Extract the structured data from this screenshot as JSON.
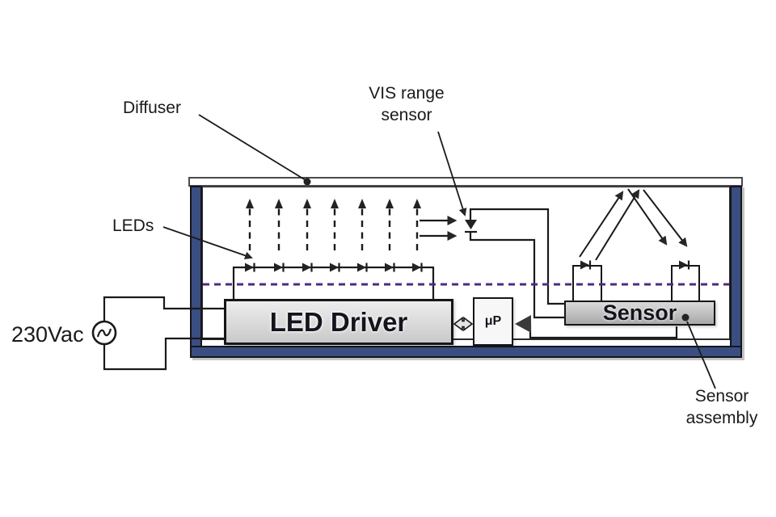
{
  "figure": {
    "type": "schematic-diagram",
    "description": "LED luminaire with diffuser, LED driver, microprocessor and reflective sensor assembly"
  },
  "labels": {
    "diffuser": "Diffuser",
    "vis_sensor_line1": "VIS range",
    "vis_sensor_line2": "sensor",
    "leds": "LEDs",
    "supply": "230Vac",
    "assembly_line1": "Sensor",
    "assembly_line2": "assembly"
  },
  "blocks": {
    "led_driver": "LED Driver",
    "microprocessor": "μP",
    "sensor": "Sensor"
  },
  "icons": {
    "ac_source": "ac-source-icon",
    "led_diode": "led-diode-icon",
    "vis_photodiode": "vis-photodiode-icon",
    "package_photodiode": "photodiode-icon",
    "double_arrow": "bidirectional-arrow-icon"
  },
  "colors": {
    "enclosure_navy": "#3A4E82",
    "dashed_line_purple": "#4E2B82",
    "wire_black": "#1a1a1a"
  }
}
